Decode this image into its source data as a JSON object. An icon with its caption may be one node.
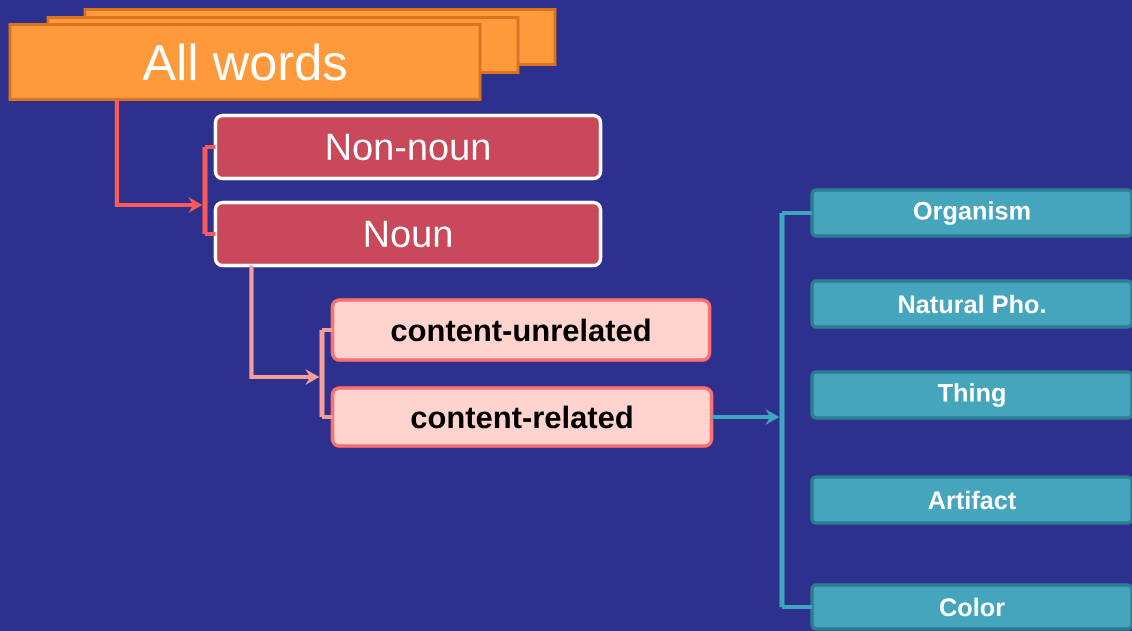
{
  "diagram": {
    "nodes": [
      {
        "text": [
          "All words"
        ]
      },
      {
        "text": [
          "Non-noun"
        ]
      },
      {
        "text": [
          "Noun"
        ]
      },
      {
        "text": [
          "content-unrelated"
        ]
      },
      {
        "text": [
          "content-related"
        ]
      },
      {
        "text": [
          "Organism"
        ]
      },
      {
        "text": [
          "Natural Pho."
        ]
      },
      {
        "text": [
          "Thing"
        ]
      },
      {
        "text": [
          "Artifact"
        ]
      },
      {
        "text": [
          "Color"
        ]
      },
      {
        "text": [],
        "shape": "bar"
      },
      {
        "text": [],
        "shape": "bar"
      },
      {
        "text": [],
        "shape": "bar"
      }
    ],
    "edges": [
      {
        "from": 0,
        "to": 10,
        "arrow": "to",
        "color": "#ff5a5a"
      },
      {
        "from": 10,
        "to": 1,
        "arrow": "none",
        "color": "#ff5a5a"
      },
      {
        "from": 10,
        "to": 2,
        "arrow": "none",
        "color": "#ff5a5a"
      },
      {
        "from": 2,
        "to": 11,
        "arrow": "to",
        "color": "#f4a09a"
      },
      {
        "from": 11,
        "to": 3,
        "arrow": "none",
        "color": "#f4a09a"
      },
      {
        "from": 11,
        "to": 4,
        "arrow": "none",
        "color": "#f4a09a"
      },
      {
        "from": 4,
        "to": 12,
        "arrow": "to",
        "color": "#3fa6bf"
      },
      {
        "from": 12,
        "to": 5,
        "arrow": "none",
        "color": "#3fa6bf"
      },
      {
        "from": 12,
        "to": 9,
        "arrow": "none",
        "color": "#3fa6bf"
      }
    ]
  }
}
